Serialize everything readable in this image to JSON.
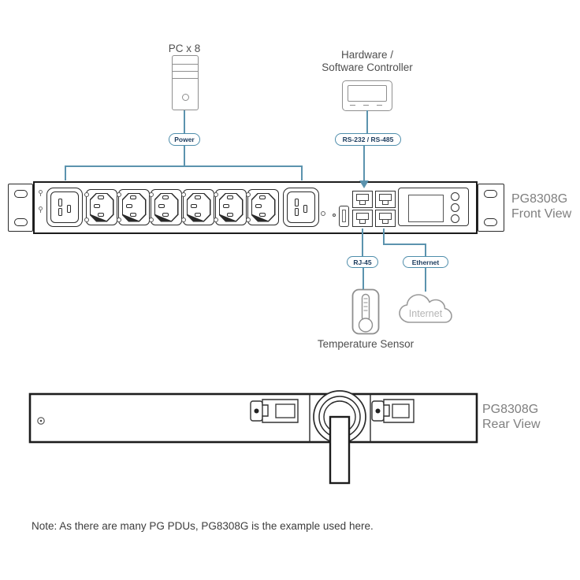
{
  "front": {
    "pc_label": "PC x 8",
    "controller_label_line1": "Hardware /",
    "controller_label_line2": "Software Controller",
    "power_tag": "Power",
    "serial_tag": "RS-232 / RS-485",
    "rj45_tag": "RJ-45",
    "ethernet_tag": "Ethernet",
    "temperature_label": "Temperature Sensor",
    "internet_label": "Internet",
    "device_label_line1": "PG8308G",
    "device_label_line2": "Front View",
    "outlets": [
      "C19",
      "C13",
      "C13",
      "C13",
      "C13",
      "C13",
      "C13",
      "C19"
    ]
  },
  "rear": {
    "device_label_line1": "PG8308G",
    "device_label_line2": "Rear View"
  },
  "note": "Note: As there are many PG PDUs, PG8308G is the example used here.",
  "colors": {
    "connector_line": "#5b93ae",
    "tag_border": "#4e8dab",
    "tag_text": "#1c3c5e",
    "icon_outline": "#8f8f8f",
    "panel_outline": "#1c1c1c",
    "device_label": "#7f7f7f",
    "note_text": "#3d3d3d"
  }
}
